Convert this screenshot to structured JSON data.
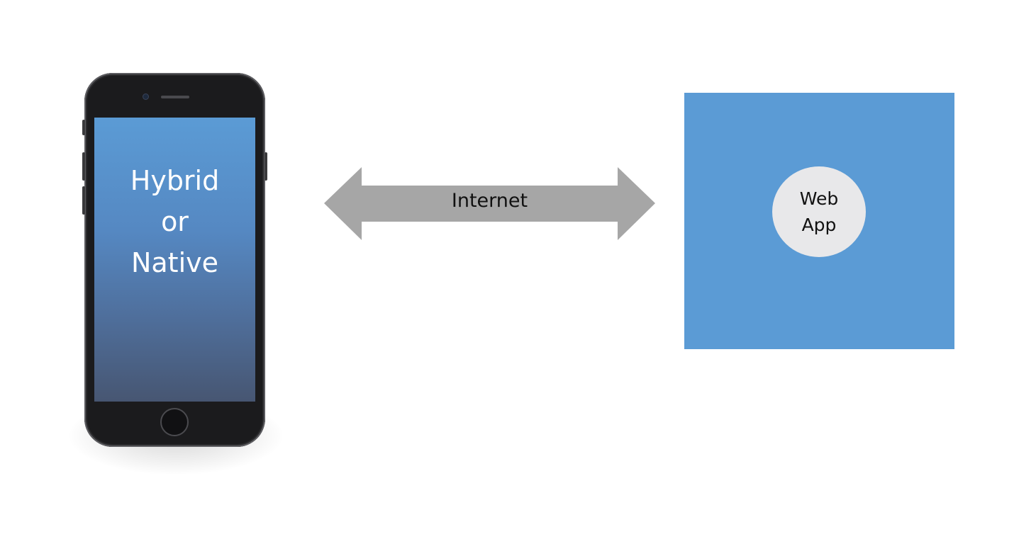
{
  "phone": {
    "screen_lines": [
      "Hybrid",
      "or",
      "Native"
    ]
  },
  "connection": {
    "label": "Internet"
  },
  "server": {
    "label_lines": [
      "Web",
      "App"
    ]
  },
  "colors": {
    "accent_blue": "#5b9bd5",
    "arrow_gray": "#a6a6a6",
    "circle_fill": "#e8e8ea",
    "phone_body": "#1b1b1d"
  }
}
